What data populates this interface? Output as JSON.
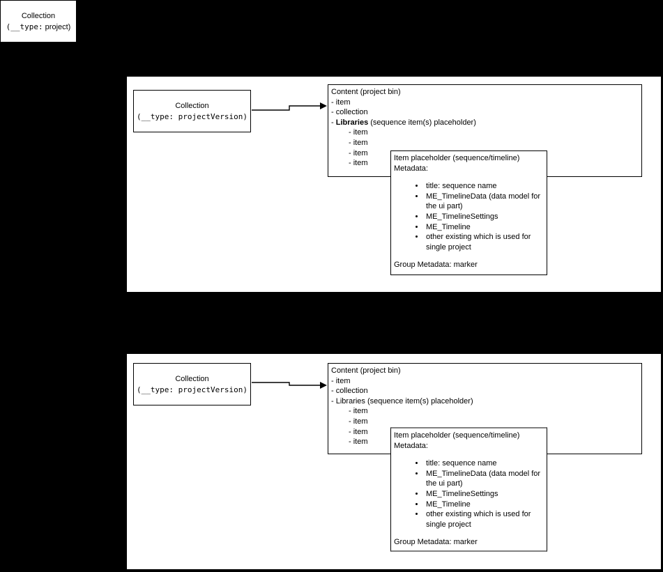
{
  "colors": {
    "background": "#000000",
    "shape_fill": "#ffffff",
    "shape_border": "#000000",
    "selected_edge": "#808080"
  },
  "root_node": {
    "title": "Collection",
    "type_mono": "(__type:",
    "type_rest": " project)"
  },
  "panels": [
    {
      "collection": {
        "title": "Collection",
        "type_mono": "(__type: projectVersion)",
        "type_rest": ""
      },
      "content": {
        "title": "Content (project bin)",
        "items": [
          "- item",
          "- collection"
        ],
        "libraries": {
          "prefix": "- ",
          "name": "Libraries",
          "rest": " (sequence item(s) placeholder)"
        },
        "sub_items": [
          "- item",
          "- item",
          "- item",
          "- item"
        ]
      },
      "placeholder": {
        "title": "Item placeholder (sequence/timeline)",
        "metadata_label": "Metadata:",
        "bullets": [
          "title: sequence name",
          "ME_TimelineData (data model for the ui part)",
          "ME_TimelineSettings",
          "ME_Timeline",
          "other existing which is used for single project"
        ],
        "footer": "Group Metadata: marker"
      }
    },
    {
      "collection": {
        "title": "Collection",
        "type_mono": "(__type: projectVersion)",
        "type_rest": ""
      },
      "content": {
        "title": "Content (project bin)",
        "items": [
          "- item",
          "- collection"
        ],
        "libraries": {
          "prefix": "- ",
          "name": "Libraries",
          "rest": " (sequence item(s) placeholder)"
        },
        "sub_items": [
          "- item",
          "- item",
          "- item",
          "- item"
        ]
      },
      "placeholder": {
        "title": "Item placeholder (sequence/timeline)",
        "metadata_label": "Metadata:",
        "bullets": [
          "title: sequence name",
          "ME_TimelineData (data model for the ui part)",
          "ME_TimelineSettings",
          "ME_Timeline",
          "other existing which is used for single project"
        ],
        "footer": "Group Metadata: marker"
      }
    }
  ]
}
